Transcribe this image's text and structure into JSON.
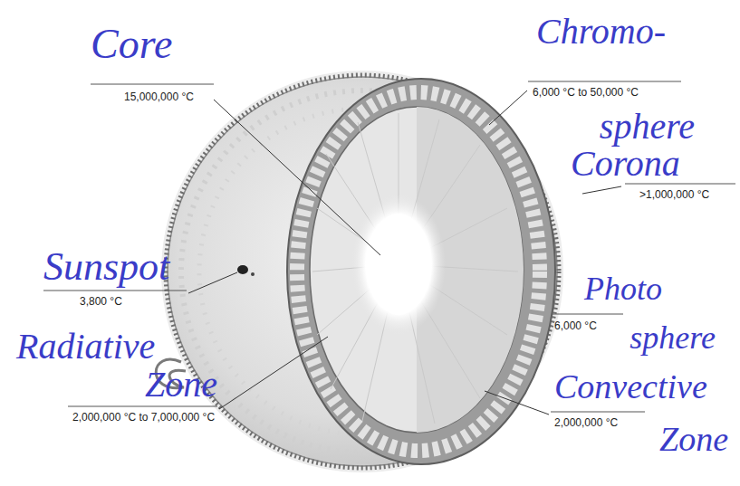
{
  "diagram": {
    "labels": [
      "Core",
      "15,000,000 °C",
      "Chromo- sphere",
      "6,000 °C to 50,000 °C",
      "Corona",
      ">1,000,000 °C",
      "Sunspot",
      "3,800 °C",
      "Photo sphere",
      "6,000 °C",
      "Radiative Zone",
      "2,000,000 °C to 7,000,000 °C",
      "Convective Zone",
      "2,000,000 °C"
    ]
  }
}
